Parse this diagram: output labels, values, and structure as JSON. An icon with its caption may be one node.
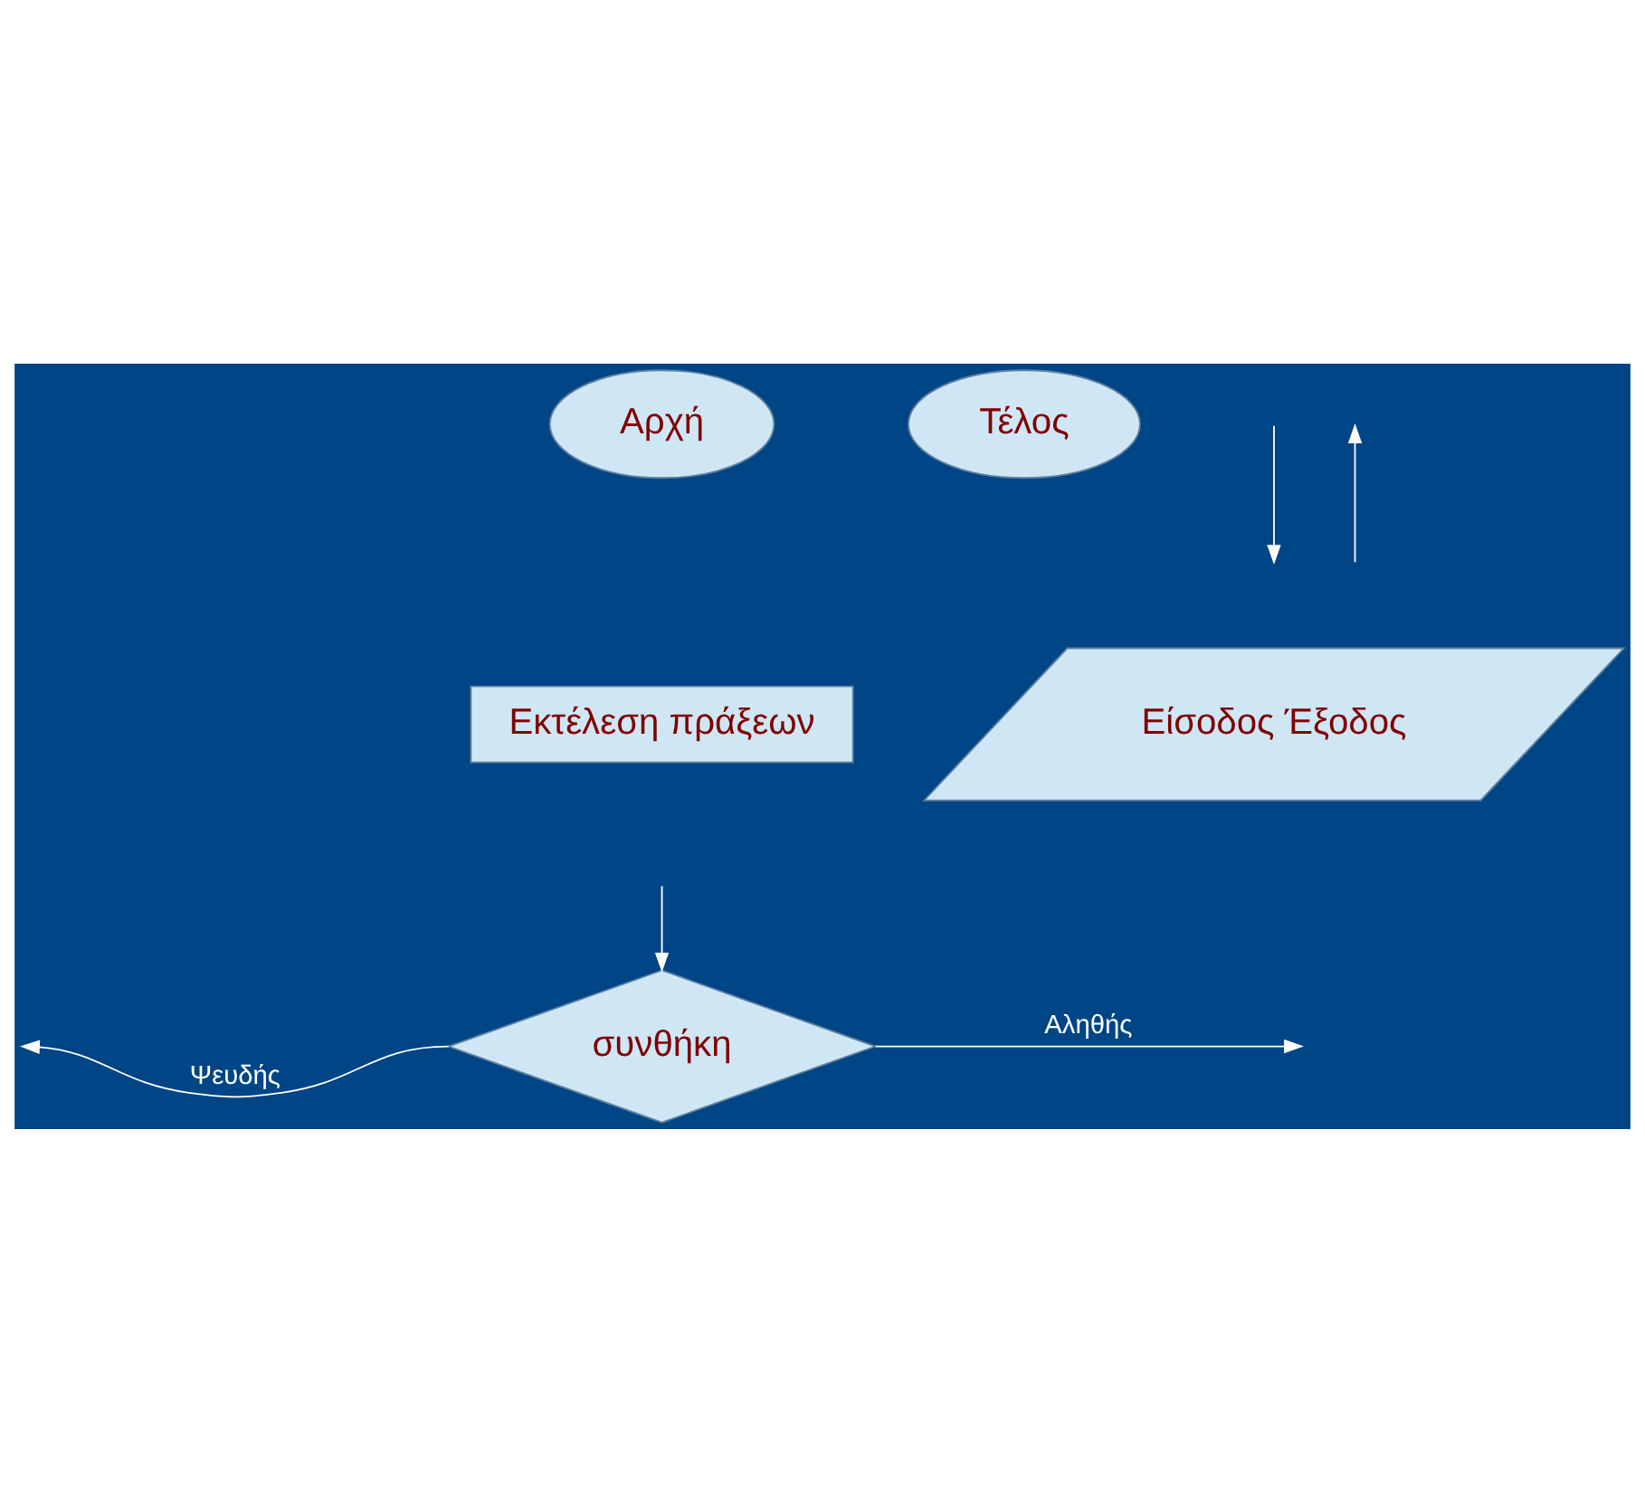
{
  "diagram": {
    "nodes": [
      {
        "text": [
          "Αρχή"
        ]
      },
      {
        "text": [
          "Τέλος"
        ]
      },
      {
        "text": [
          "Είσοδος Έξοδος"
        ]
      },
      {
        "text": [
          "Εκτέλεση πράξεων"
        ]
      },
      {
        "text": [
          "συνθήκη"
        ]
      }
    ],
    "edges": [
      {
        "from": 4,
        "to": null,
        "arrow": "to",
        "label": "Ψευδής"
      },
      {
        "from": 4,
        "to": null,
        "arrow": "to",
        "label": "Αληθής"
      },
      {
        "from": null,
        "to": 4,
        "arrow": "to"
      }
    ]
  }
}
